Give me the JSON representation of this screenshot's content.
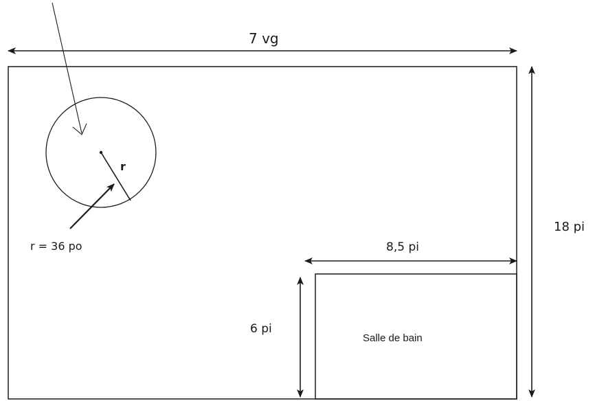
{
  "diagram": {
    "room_width_label": "7 vg",
    "room_height_label": "18 pi",
    "bathroom_width_label": "8,5 pi",
    "bathroom_height_label": "6 pi",
    "bathroom_name": "Salle de bain",
    "radius_symbol": "r",
    "radius_value_label": "r = 36 po"
  },
  "colors": {
    "line": "#1a1a1a",
    "background": "#ffffff"
  }
}
